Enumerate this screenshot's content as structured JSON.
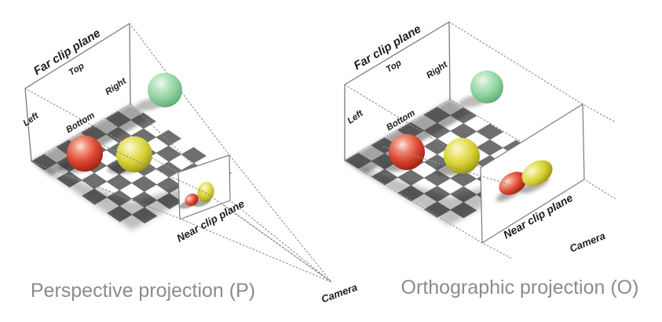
{
  "labels": {
    "far_clip": "Far clip plane",
    "top": "Top",
    "right": "Right",
    "left": "Left",
    "bottom": "Bottom",
    "near_clip": "Near clip plane",
    "camera": "Camera"
  },
  "captions": {
    "perspective": "Perspective projection (P)",
    "orthographic": "Orthographic projection (O)"
  },
  "colors": {
    "background": "#ffffff",
    "checker_dark": "#6f6f6f",
    "checker_light": "#ffffff",
    "solid_line": "#7a7a7a",
    "dotted_line": "#8f8f8f",
    "label_text": "#1d1d1d",
    "caption_text": "#8b8b8b",
    "sphere_red": "#d63c2a",
    "sphere_yellow": "#d6d235",
    "sphere_green": "#8fd3a0"
  }
}
